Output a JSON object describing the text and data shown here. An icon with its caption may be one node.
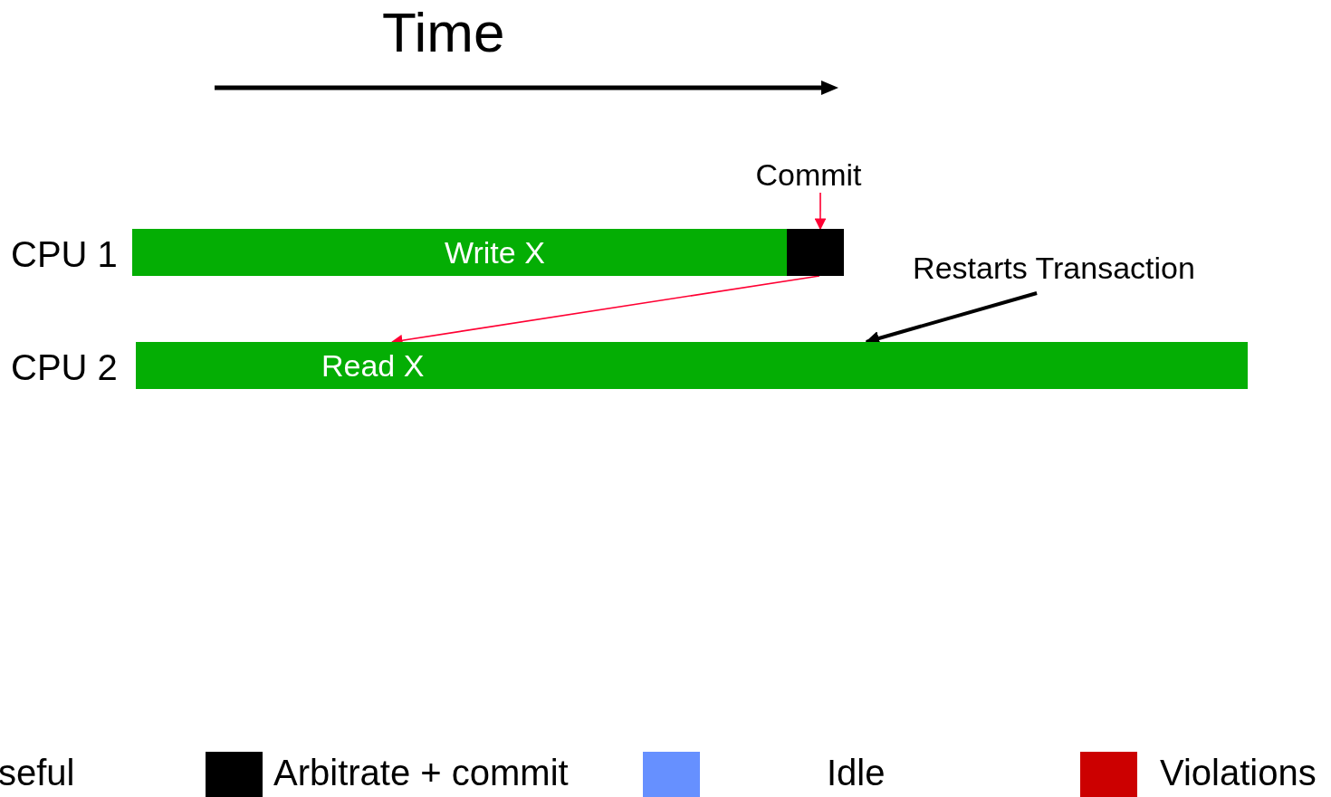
{
  "diagram": {
    "title": "Time",
    "nodes": [
      {
        "text": [
          "Commit"
        ]
      },
      {
        "text": [
          "Write X"
        ]
      },
      {
        "text": [],
        "shape": "box"
      },
      {
        "text": [
          "Restarts Transaction"
        ]
      },
      {
        "text": [
          "Read X"
        ]
      }
    ],
    "edges": [
      {
        "from": 0,
        "to": 2,
        "arrow": "to",
        "color": "#ff0033"
      },
      {
        "from": 2,
        "to": 4,
        "arrow": "to",
        "color": "#ff0033"
      },
      {
        "from": 3,
        "to": 4,
        "arrow": "to",
        "style": "thick",
        "color": "#000000"
      }
    ],
    "labels": [
      "CPU 1",
      "CPU 2"
    ],
    "legend": [
      {
        "text": "seful"
      },
      {
        "text": "Arbitrate + commit",
        "color": "#000000"
      },
      {
        "text": "Idle",
        "color": "#6690ff"
      },
      {
        "text": "Violations",
        "color": "#cc0000"
      }
    ]
  }
}
